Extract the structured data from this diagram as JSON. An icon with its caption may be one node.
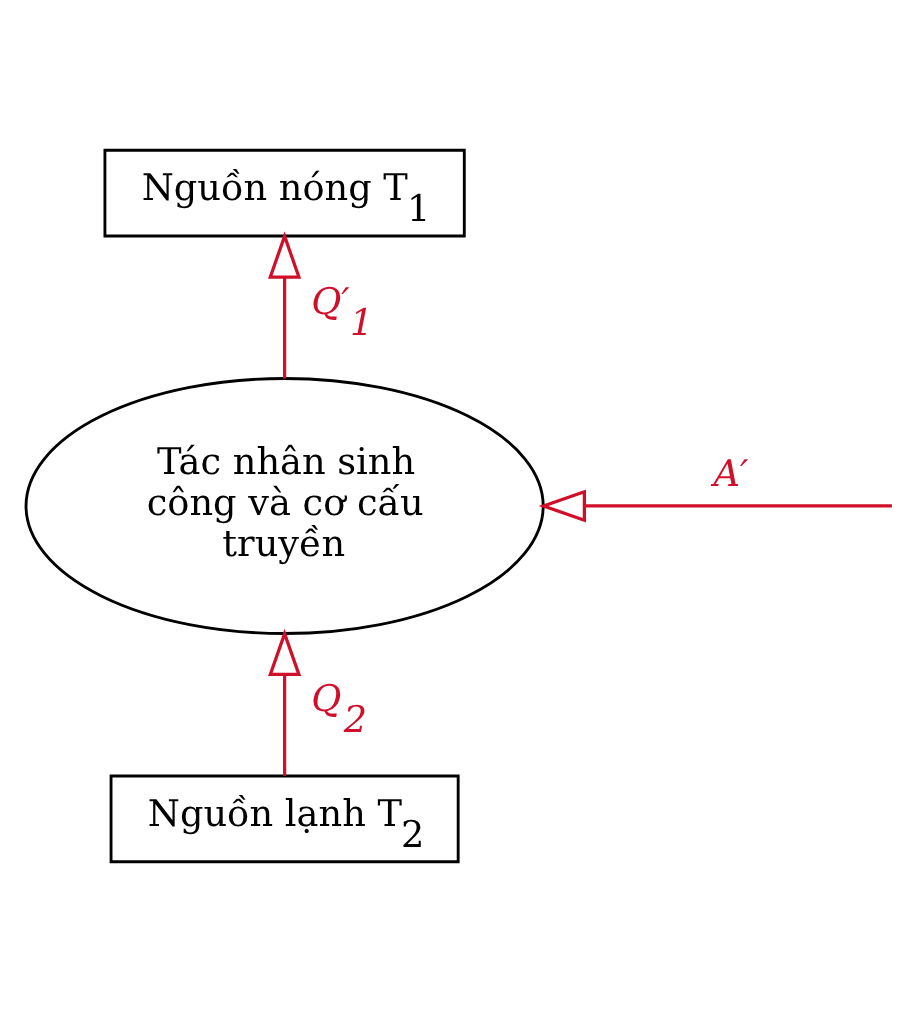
{
  "diagram": {
    "nodes": [
      {
        "text": [
          "Nguồn nóng T$_{1}$"
        ]
      },
      {
        "text": [
          "Tác nhân sinh công và cơ cấu truyền"
        ]
      },
      {
        "text": [
          "Nguồn lạnh T$_{2}$"
        ]
      }
    ],
    "edges": [
      {
        "from": 1,
        "to": 0,
        "arrow": "to",
        "label": "Q′$_{1}$"
      },
      {
        "from": 2,
        "to": 1,
        "arrow": "to",
        "label": "Q$_{2}$"
      },
      {
        "from": null,
        "to": 1,
        "arrow": "to",
        "label": "A′"
      }
    ]
  }
}
